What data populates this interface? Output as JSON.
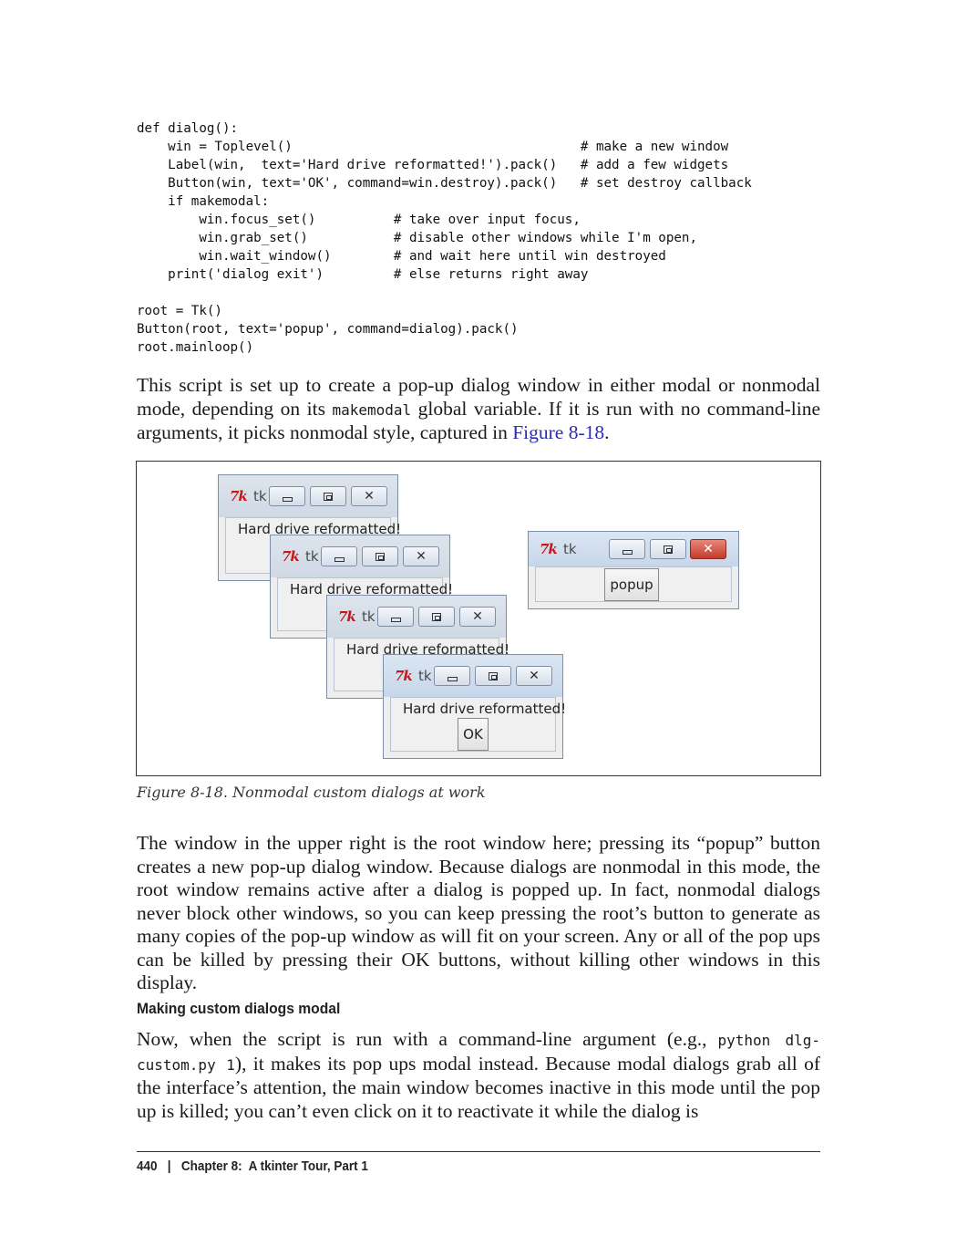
{
  "code_lines": [
    "def dialog():",
    "    win = Toplevel()                                     # make a new window",
    "    Label(win,  text='Hard drive reformatted!').pack()   # add a few widgets",
    "    Button(win, text='OK', command=win.destroy).pack()   # set destroy callback",
    "    if makemodal:",
    "        win.focus_set()          # take over input focus,",
    "        win.grab_set()           # disable other windows while I'm open,",
    "        win.wait_window()        # and wait here until win destroyed",
    "    print('dialog exit')         # else returns right away",
    "",
    "root = Tk()",
    "Button(root, text='popup', command=dialog).pack()",
    "root.mainloop()"
  ],
  "para1": {
    "before_mono": "This script is set up to create a pop-up dialog window in either modal or nonmodal mode, depending on its ",
    "mono": "makemodal",
    "after_mono": " global variable. If it is run with no command-line arguments, it picks nonmodal style, captured in ",
    "link": "Figure 8-18",
    "end": "."
  },
  "figure": {
    "dialogs": [
      {
        "title": "tk",
        "label": "Hard drive reformatted!",
        "button": ""
      },
      {
        "title": "tk",
        "label": "Hard drive reformatted!",
        "button": ""
      },
      {
        "title": "tk",
        "label": "Hard drive reformatted!",
        "button": ""
      },
      {
        "title": "tk",
        "label": "Hard drive reformatted!",
        "button": "OK"
      }
    ],
    "root_window": {
      "title": "tk",
      "button": "popup"
    },
    "logo_text": "7k",
    "icons": {
      "minimize": "minimize-icon",
      "maximize": "maximize-icon",
      "close": "close-icon",
      "logo": "tk-feather-logo-icon"
    }
  },
  "caption": "Figure 8-18. Nonmodal custom dialogs at work",
  "para2": "The window in the upper right is the root window here; pressing its “popup” button creates a new pop-up dialog window. Because dialogs are nonmodal in this mode, the root window remains active after a dialog is popped up. In fact, nonmodal dialogs never block other windows, so you can keep pressing the root’s button to generate as many copies of the pop-up window as will fit on your screen. Any or all of the pop ups can be killed by pressing their OK buttons, without killing other windows in this display.",
  "subhead": "Making custom dialogs modal",
  "para3": {
    "before_mono": "Now, when the script is run with a command-line argument (e.g., ",
    "mono": "python dlg-custom.py 1",
    "after_mono": "), it makes its pop ups modal instead. Because modal dialogs grab all of the interface’s attention, the main window becomes inactive in this mode until the pop up is killed; you can’t even click on it to reactivate it while the dialog is"
  },
  "footer": {
    "page_number": "440",
    "separator": "|",
    "chapter": "Chapter 8:  A tkinter Tour, Part 1"
  }
}
